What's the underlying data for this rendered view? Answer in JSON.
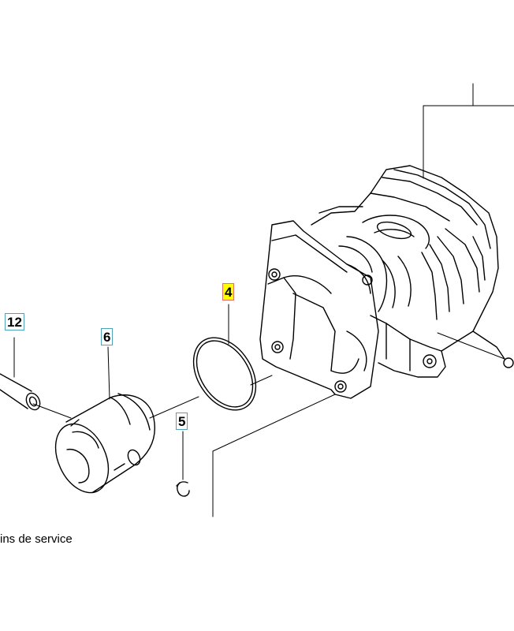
{
  "callouts": {
    "piston_pin": "12",
    "piston": "6",
    "piston_ring": "4",
    "circlip": "5"
  },
  "caption": "ins de service",
  "colors": {
    "callout_border": "#4fa3b8",
    "selected_border": "#e0715f",
    "selected_highlight": "#ffff00",
    "line": "#000000"
  }
}
